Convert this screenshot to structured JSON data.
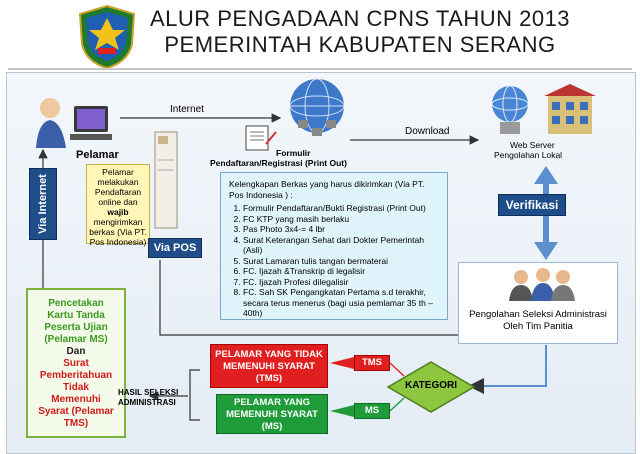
{
  "header": {
    "title_line1": "ALUR PENGADAAN CPNS TAHUN 2013",
    "title_line2": "PEMERINTAH KABUPATEN SERANG"
  },
  "nodes": {
    "pelamar": "Pelamar",
    "internet": "Internet",
    "download": "Download",
    "formulir_line1": "Formulir",
    "formulir_line2": "Pendaftaran/Registrasi (Print Out)",
    "web_server_line1": "Web Server",
    "web_server_line2": "Pengolahan  Lokal",
    "via_internet": "Via Internet",
    "via_pos": "Via POS",
    "verifikasi": "Verifikasi",
    "pengolahan_line1": "Pengolahan Seleksi Administrasi",
    "pengolahan_line2": "Oleh Tim Panitia",
    "kategori": "KATEGORI",
    "hasil_line1": "HASIL SELEKSI",
    "hasil_line2": "ADMINISTRASI",
    "tms_badge": "TMS",
    "ms_badge": "MS",
    "tidak_memenuhi_line1": "PELAMAR YANG TIDAK",
    "tidak_memenuhi_line2": "MEMENUHI SYARAT",
    "tidak_memenuhi_line3": "(TMS)",
    "memenuhi_line1": "PELAMAR YANG",
    "memenuhi_line2": "MEMENUHI SYARAT",
    "memenuhi_line3": "(MS)"
  },
  "pelamar_note": {
    "before": "Pelamar melakukan Pendaftaran online dan ",
    "bold": "wajib",
    "after": " mengirimkan berkas (Via PT. Pos Indonesia)"
  },
  "kelengkapan": {
    "heading": "Kelengkapan Berkas yang harus dikirimkan (Via PT. Pos Indonesia ) :",
    "items": [
      "Formulir Pendaftaran/Bukti Registrasi (Print Out)",
      "FC KTP yang masih berlaku",
      "Pas Photo  3x4-= 4 lbr",
      "Surat Keterangan Sehat dari Dokter Pemerintah (Asli)",
      "Surat Lamaran tulis tangan bermaterai",
      "FC. Ijazah &Transkrip di legalisir",
      "FC. Ijazah Profesi dilegalisir",
      "FC. Sah SK Pengangkatan Pertama s.d terakhir, secara terus menerus  (bagi usia pemlamar 35 th – 40th)"
    ]
  },
  "cetak": {
    "line1": "Pencetakan",
    "line2": "Kartu Tanda",
    "line3": "Peserta Ujian",
    "line4": "(Pelamar MS)",
    "line5": "Dan",
    "line6": "Surat",
    "line7": "Pemberitahuan",
    "line8": "Tidak",
    "line9": "Memenuhi",
    "line10": "Syarat (Pelamar",
    "line11": "TMS)"
  },
  "colors": {
    "blue_box": "#1f4d8a",
    "red": "#e02020",
    "green": "#1f9b3a",
    "arrow_blue": "#5b8fd0",
    "diamond": "#8dc63f"
  }
}
